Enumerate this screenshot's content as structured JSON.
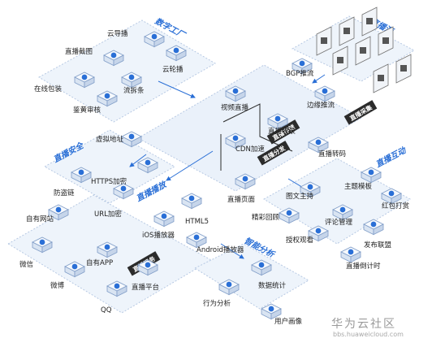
{
  "colors": {
    "accent": "#2a6fd6",
    "zone": "#eef4fb",
    "zoneStroke": "#b7c9e3",
    "tag": "#2b2b2b",
    "line": "#6d8fc6"
  },
  "icons": {
    "generic": "cube-service-icon",
    "source": "server-device-icon"
  },
  "sections": [
    {
      "label": "数字工厂"
    },
    {
      "label": "直播源"
    },
    {
      "label": "直播安全"
    },
    {
      "label": "直播播放"
    },
    {
      "label": "直播互动"
    },
    {
      "label": "智能分析"
    }
  ],
  "tags": [
    {
      "label": "直播采集"
    },
    {
      "label": "直播存储"
    },
    {
      "label": "直播分发"
    },
    {
      "label": "直播服务"
    }
  ],
  "nodes": [
    {
      "label": "云导播"
    },
    {
      "label": "直播截图"
    },
    {
      "label": "云轮播"
    },
    {
      "label": "在线包装"
    },
    {
      "label": "流拆条"
    },
    {
      "label": "鉴黄审核"
    },
    {
      "label": "视频直播"
    },
    {
      "label": "BGP推流"
    },
    {
      "label": "边缘推流"
    },
    {
      "label": "直播收录"
    },
    {
      "label": "CDN加速"
    },
    {
      "label": "直播转码"
    },
    {
      "label": "虚拟地址"
    },
    {
      "label": "HTTPS加密"
    },
    {
      "label": "防盗链"
    },
    {
      "label": "URL加密"
    },
    {
      "label": "直播页面"
    },
    {
      "label": "HTML5"
    },
    {
      "label": "图文主持"
    },
    {
      "label": "主题模板"
    },
    {
      "label": "红包打赏"
    },
    {
      "label": "精彩回顾"
    },
    {
      "label": "评论管理"
    },
    {
      "label": "授权观看"
    },
    {
      "label": "发布联盟"
    },
    {
      "label": "直播倒计时"
    },
    {
      "label": "自有网站"
    },
    {
      "label": "iOS播放器"
    },
    {
      "label": "Android播放器"
    },
    {
      "label": "微信"
    },
    {
      "label": "自有APP"
    },
    {
      "label": "微博"
    },
    {
      "label": "直播平台"
    },
    {
      "label": "QQ"
    },
    {
      "label": "数据统计"
    },
    {
      "label": "行为分析"
    },
    {
      "label": "用户画像"
    }
  ],
  "watermark": {
    "name": "华为云社区",
    "url": "bbs.huaweicloud.com"
  }
}
